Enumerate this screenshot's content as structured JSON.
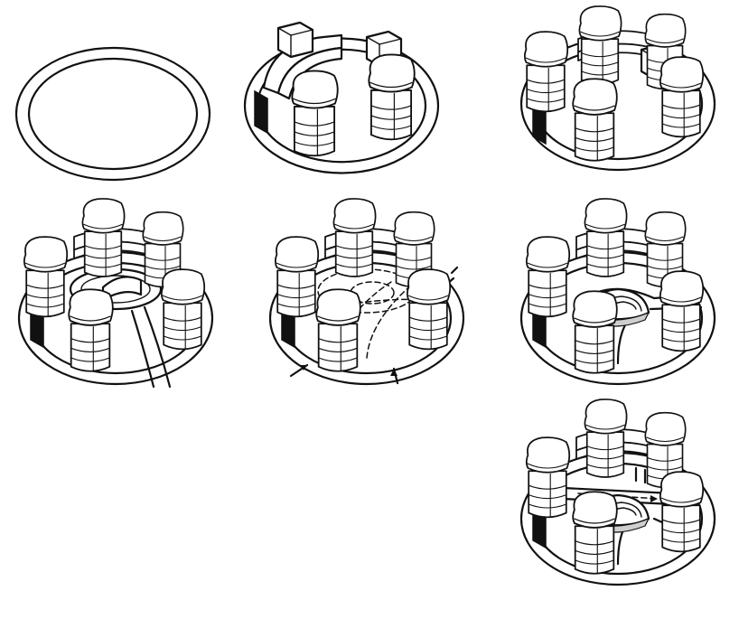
{
  "figure": {
    "steps": [
      {
        "row": 1,
        "col": 1,
        "content": [
          "ring"
        ]
      },
      {
        "row": 1,
        "col": 2,
        "content": [
          "ring",
          "curved-wall",
          "block",
          "block",
          "two-towers"
        ]
      },
      {
        "row": 1,
        "col": 3,
        "content": [
          "ring",
          "curved-wall",
          "block",
          "block",
          "five-towers"
        ]
      },
      {
        "row": 2,
        "col": 1,
        "content": [
          "ring",
          "curved-wall",
          "block",
          "five-towers",
          "radial-pavilion",
          "ramp"
        ]
      },
      {
        "row": 2,
        "col": 2,
        "content": [
          "ring",
          "curved-wall",
          "block",
          "five-towers",
          "circulation-paths",
          "entry-arrows"
        ]
      },
      {
        "row": 2,
        "col": 3,
        "content": [
          "ring",
          "curved-wall",
          "block",
          "five-towers",
          "central-pavilion",
          "radiating-paths"
        ]
      },
      {
        "row": 3,
        "col": 3,
        "content": [
          "ring",
          "curved-wall",
          "five-towers",
          "central-pavilion",
          "radiating-paths",
          "bridges"
        ]
      }
    ]
  }
}
